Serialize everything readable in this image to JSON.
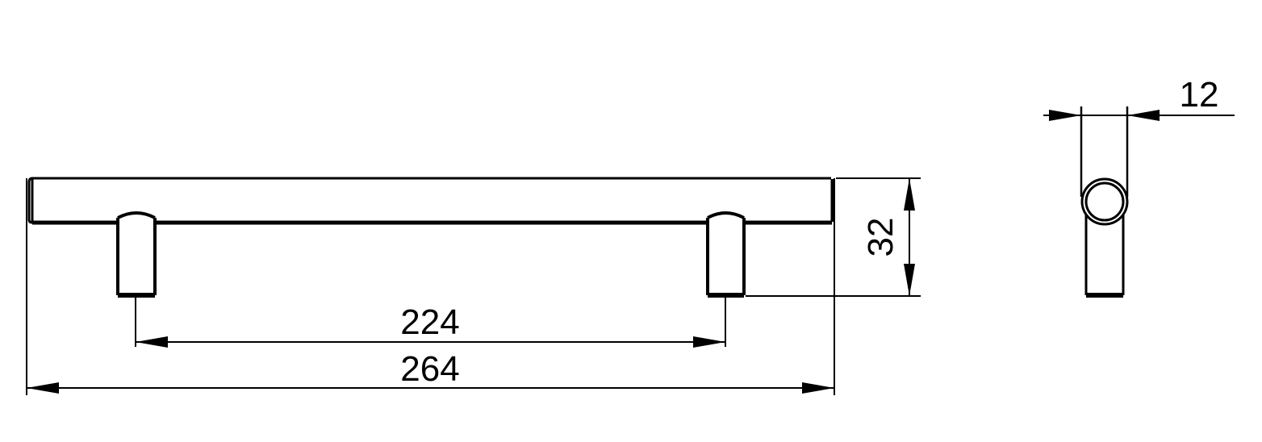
{
  "drawing": {
    "dimensions": {
      "hole_spacing": "224",
      "overall_length": "264",
      "height": "32",
      "diameter": "12"
    },
    "colors": {
      "line": "#000000",
      "background": "#ffffff"
    }
  }
}
